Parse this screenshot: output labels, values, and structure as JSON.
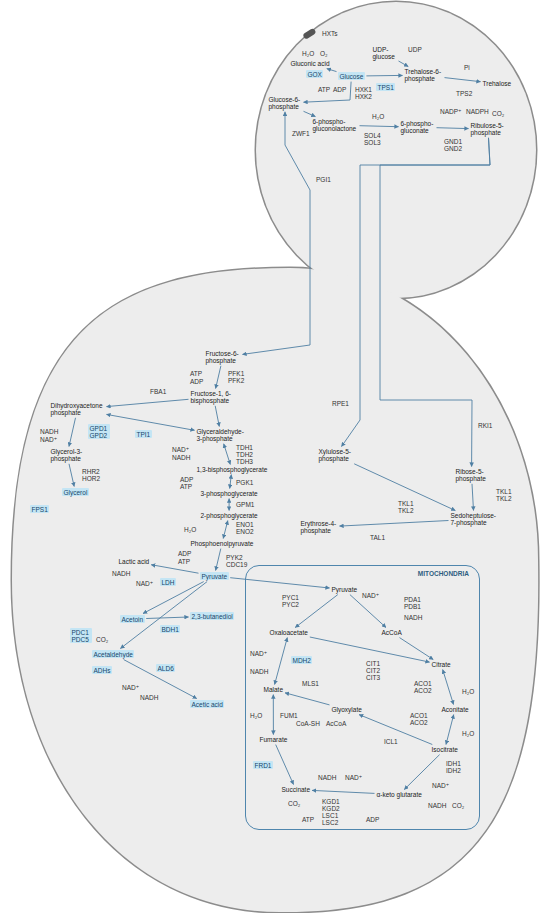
{
  "diagram": {
    "nodes": [
      {
        "text": [
          "Glucose"
        ]
      },
      {
        "text": [
          "Gluconic acid"
        ]
      },
      {
        "text": [
          "UDP- glucose"
        ]
      },
      {
        "text": [
          "Trehalose-6- phosphate"
        ]
      },
      {
        "text": [
          "Trehalose"
        ]
      },
      {
        "text": [
          "Glucose-6- phosphate"
        ]
      },
      {
        "text": [
          "6-phospho- gluconolactone"
        ]
      },
      {
        "text": [
          "6-phospho- gluconate"
        ]
      },
      {
        "text": [
          "Ribulose-5- phosphate"
        ]
      },
      {
        "text": [
          "Fructose-6- phosphate"
        ]
      },
      {
        "text": [
          "Fructose-1, 6-bisphosphate"
        ]
      },
      {
        "text": [
          "Dihydroxyacetone phosphate"
        ]
      },
      {
        "text": [
          "Glyceraldehyde- 3-phosphate"
        ]
      },
      {
        "text": [
          "Glycerol-3- phosphate"
        ]
      },
      {
        "text": [
          "Glycerol"
        ]
      },
      {
        "text": [
          "1,3-bisphosphoglycerate"
        ]
      },
      {
        "text": [
          "3-phosphoglycerate"
        ]
      },
      {
        "text": [
          "2-phosphoglycerate"
        ]
      },
      {
        "text": [
          "Phosphoenolpyruvate"
        ]
      },
      {
        "text": [
          "Pyruvate"
        ]
      },
      {
        "text": [
          "Lactic acid"
        ]
      },
      {
        "text": [
          "Acetoin"
        ]
      },
      {
        "text": [
          "2,3-butanediol"
        ]
      },
      {
        "text": [
          "Acetaldehyde"
        ]
      },
      {
        "text": [
          "Acetic acid"
        ]
      },
      {
        "text": [
          "Xylulose-5- phosphate"
        ]
      },
      {
        "text": [
          "Ribose-5- phosphate"
        ]
      },
      {
        "text": [
          "Erythrose-4- phosphate"
        ]
      },
      {
        "text": [
          "Sedoheptulose- 7-phosphate"
        ]
      },
      {
        "text": [
          "MITOCHONDRIA"
        ]
      },
      {
        "text": [
          "Pyruvate"
        ],
        "in": 29
      },
      {
        "text": [
          "AcCoA"
        ],
        "in": 29
      },
      {
        "text": [
          "Oxaloacetate"
        ],
        "in": 29
      },
      {
        "text": [
          "Citrate"
        ],
        "in": 29
      },
      {
        "text": [
          "Malate"
        ],
        "in": 29
      },
      {
        "text": [
          "Aconitate"
        ],
        "in": 29
      },
      {
        "text": [
          "Glyoxylate"
        ],
        "in": 29
      },
      {
        "text": [
          "Isocitrate"
        ],
        "in": 29
      },
      {
        "text": [
          "Fumarate"
        ],
        "in": 29
      },
      {
        "text": [
          "Succinate"
        ],
        "in": 29
      },
      {
        "text": [
          "α-keto glutarate"
        ],
        "in": 29
      },
      {
        "text": [
          "GOX"
        ]
      },
      {
        "text": [
          "TPS1"
        ]
      },
      {
        "text": [
          "GPD1 GPD2"
        ]
      },
      {
        "text": [
          "TPI1"
        ]
      },
      {
        "text": [
          "FPS1"
        ]
      },
      {
        "text": [
          "LDH"
        ]
      },
      {
        "text": [
          "BDH1"
        ]
      },
      {
        "text": [
          "PDC1 PDC5"
        ]
      },
      {
        "text": [
          "ADHs"
        ]
      },
      {
        "text": [
          "ALD6"
        ]
      },
      {
        "text": [
          "MDH2"
        ],
        "in": 29
      },
      {
        "text": [
          "FRD1"
        ],
        "in": 29
      }
    ],
    "edges": [
      {
        "from": 0,
        "to": 1,
        "arrow": "to"
      },
      {
        "from": 2,
        "to": 3,
        "arrow": "to"
      },
      {
        "from": 0,
        "to": 3,
        "arrow": "to"
      },
      {
        "from": 3,
        "to": 4,
        "arrow": "to"
      },
      {
        "from": 0,
        "to": 5,
        "arrow": "to"
      },
      {
        "from": 5,
        "to": 6,
        "arrow": "to"
      },
      {
        "from": 6,
        "to": 7,
        "arrow": "to"
      },
      {
        "from": 7,
        "to": 8,
        "arrow": "to"
      },
      {
        "from": 5,
        "to": 9,
        "arrow": "both"
      },
      {
        "from": 8,
        "to": 25,
        "arrow": "to"
      },
      {
        "from": 8,
        "to": 26,
        "arrow": "to"
      },
      {
        "from": 9,
        "to": 10,
        "arrow": "to"
      },
      {
        "from": 10,
        "to": 11,
        "arrow": "to"
      },
      {
        "from": 10,
        "to": 12,
        "arrow": "to"
      },
      {
        "from": 11,
        "to": 12,
        "arrow": "both"
      },
      {
        "from": 11,
        "to": 13,
        "arrow": "to"
      },
      {
        "from": 13,
        "to": 14,
        "arrow": "to"
      },
      {
        "from": 12,
        "to": 15,
        "arrow": "both"
      },
      {
        "from": 15,
        "to": 16,
        "arrow": "both"
      },
      {
        "from": 16,
        "to": 17,
        "arrow": "both"
      },
      {
        "from": 17,
        "to": 18,
        "arrow": "both"
      },
      {
        "from": 18,
        "to": 19,
        "arrow": "to"
      },
      {
        "from": 19,
        "to": 20,
        "arrow": "to"
      },
      {
        "from": 19,
        "to": 21,
        "arrow": "to"
      },
      {
        "from": 21,
        "to": 22,
        "arrow": "to"
      },
      {
        "from": 19,
        "to": 23,
        "arrow": "to"
      },
      {
        "from": 23,
        "to": 24,
        "arrow": "to"
      },
      {
        "from": 25,
        "to": 28,
        "arrow": "to"
      },
      {
        "from": 26,
        "to": 28,
        "arrow": "to"
      },
      {
        "from": 28,
        "to": 27,
        "arrow": "to"
      },
      {
        "from": 19,
        "to": 30,
        "arrow": "to"
      },
      {
        "from": 30,
        "to": 31,
        "arrow": "to"
      },
      {
        "from": 30,
        "to": 32,
        "arrow": "to"
      },
      {
        "from": 32,
        "to": 33,
        "arrow": "to"
      },
      {
        "from": 31,
        "to": 33,
        "arrow": "to"
      },
      {
        "from": 33,
        "to": 35,
        "arrow": "both"
      },
      {
        "from": 35,
        "to": 37,
        "arrow": "both"
      },
      {
        "from": 37,
        "to": 40,
        "arrow": "to"
      },
      {
        "from": 40,
        "to": 39,
        "arrow": "to"
      },
      {
        "from": 38,
        "to": 39,
        "arrow": "to"
      },
      {
        "from": 38,
        "to": 34,
        "arrow": "both"
      },
      {
        "from": 34,
        "to": 32,
        "arrow": "both"
      },
      {
        "from": 37,
        "to": 36,
        "arrow": "to"
      },
      {
        "from": 36,
        "to": 34,
        "arrow": "to"
      }
    ],
    "labels": [
      "HXTs",
      "H₂O",
      "O₂",
      "UDP",
      "Pi",
      "TPS2",
      "ATP",
      "ADP",
      "HXK1 HXK2",
      "ZWF1",
      "H₂O",
      "SOL4 SOL3",
      "NADP⁺",
      "NADPH",
      "CO₂",
      "GND1 GND2",
      "PGI1",
      "ATP",
      "ADP",
      "PFK1 PFK2",
      "FBA1",
      "NADH",
      "NAD⁺",
      "RHR2 HOR2",
      "NAD⁺",
      "NADH",
      "TDH1 TDH2 TDH3",
      "ADP",
      "ATP",
      "PGK1",
      "GPM1",
      "H₂O",
      "ENO1 ENO2",
      "ADP",
      "ATP",
      "PYK2 CDC19",
      "NADH",
      "NAD⁺",
      "CO₂",
      "NAD⁺",
      "NADH",
      "RPE1",
      "RKI1",
      "TKL1 TKL2",
      "TKL1 TKL2",
      "TAL1",
      "NAD⁺",
      "PDA1 PDB1",
      "NADH",
      "PYC1 PYC2",
      "CIT1 CIT2 CIT3",
      "ACO1 ACO2",
      "H₂O",
      "ACO1 ACO2",
      "H₂O",
      "IDH1 IDH2",
      "NAD⁺",
      "NADH",
      "CO₂",
      "NADH",
      "NAD⁺",
      "KGD1 KGD2 LSC1 LSC2",
      "ADP",
      "ATP",
      "CO₂",
      "FUM1",
      "H₂O",
      "MLS1",
      "CoA-SH",
      "AcCoA",
      "ICL1",
      "NAD⁺",
      "NADH"
    ]
  }
}
